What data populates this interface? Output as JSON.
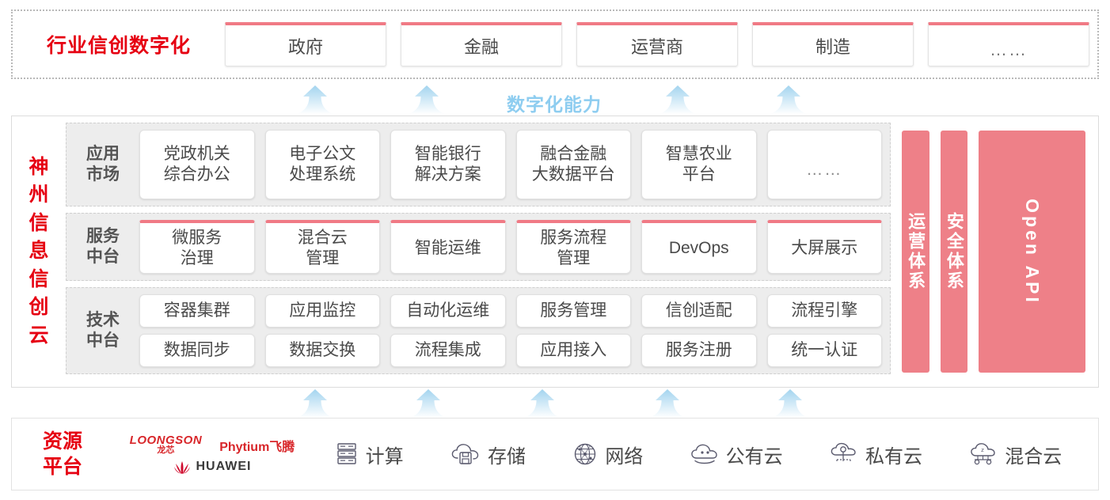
{
  "industry": {
    "title": "行业信创数字化",
    "cards": [
      "政府",
      "金融",
      "运营商",
      "制造",
      "……"
    ]
  },
  "capability_label": "数字化能力",
  "cloud": {
    "title_chars": [
      "神",
      "州",
      "信",
      "息",
      "信",
      "创",
      "云"
    ],
    "layers": [
      {
        "label": "应用\n市场",
        "label_l1": "应用",
        "label_l2": "市场",
        "style": "plain",
        "cards": [
          {
            "l1": "党政机关",
            "l2": "综合办公"
          },
          {
            "l1": "电子公文",
            "l2": "处理系统"
          },
          {
            "l1": "智能银行",
            "l2": "解决方案"
          },
          {
            "l1": "融合金融",
            "l2": "大数据平台"
          },
          {
            "l1": "智慧农业",
            "l2": "平台"
          },
          {
            "l1": "……",
            "l2": ""
          }
        ]
      },
      {
        "label_l1": "服务",
        "label_l2": "中台",
        "style": "pinktop",
        "cards": [
          {
            "l1": "微服务",
            "l2": "治理"
          },
          {
            "l1": "混合云",
            "l2": "管理"
          },
          {
            "l1": "智能运维",
            "l2": ""
          },
          {
            "l1": "服务流程",
            "l2": "管理"
          },
          {
            "l1": "DevOps",
            "l2": ""
          },
          {
            "l1": "大屏展示",
            "l2": ""
          }
        ]
      },
      {
        "label_l1": "技术",
        "label_l2": "中台",
        "style": "grid",
        "row1": [
          "容器集群",
          "应用监控",
          "自动化运维",
          "服务管理",
          "信创适配",
          "流程引擎"
        ],
        "row2": [
          "数据同步",
          "数据交换",
          "流程集成",
          "应用接入",
          "服务注册",
          "统一认证"
        ]
      }
    ],
    "side_panels": [
      {
        "text": "运营体系",
        "lang": "cn"
      },
      {
        "text": "安全体系",
        "lang": "cn"
      },
      {
        "text": "Open API",
        "lang": "en"
      }
    ]
  },
  "resource": {
    "title_l1": "资源",
    "title_l2": "平台",
    "vendors": [
      {
        "name": "LOONGSON",
        "sub": "龙芯"
      },
      {
        "name": "Phytium飞腾",
        "sub": ""
      },
      {
        "name": "HUAWEI",
        "sub": ""
      }
    ],
    "items": [
      {
        "icon": "server-rack-icon",
        "label": "计算"
      },
      {
        "icon": "cloud-storage-icon",
        "label": "存储"
      },
      {
        "icon": "network-globe-icon",
        "label": "网络"
      },
      {
        "icon": "public-cloud-icon",
        "label": "公有云"
      },
      {
        "icon": "private-cloud-icon",
        "label": "私有云"
      },
      {
        "icon": "hybrid-cloud-icon",
        "label": "混合云"
      }
    ]
  },
  "colors": {
    "brand_red": "#e60012",
    "pink_panel": "#ee8088",
    "pink_border": "#f07a85",
    "arrow_blue": "#a8d8f0",
    "capability_text": "#8ecdf0"
  },
  "arrows": {
    "top_count": 4,
    "bottom_count": 5
  }
}
